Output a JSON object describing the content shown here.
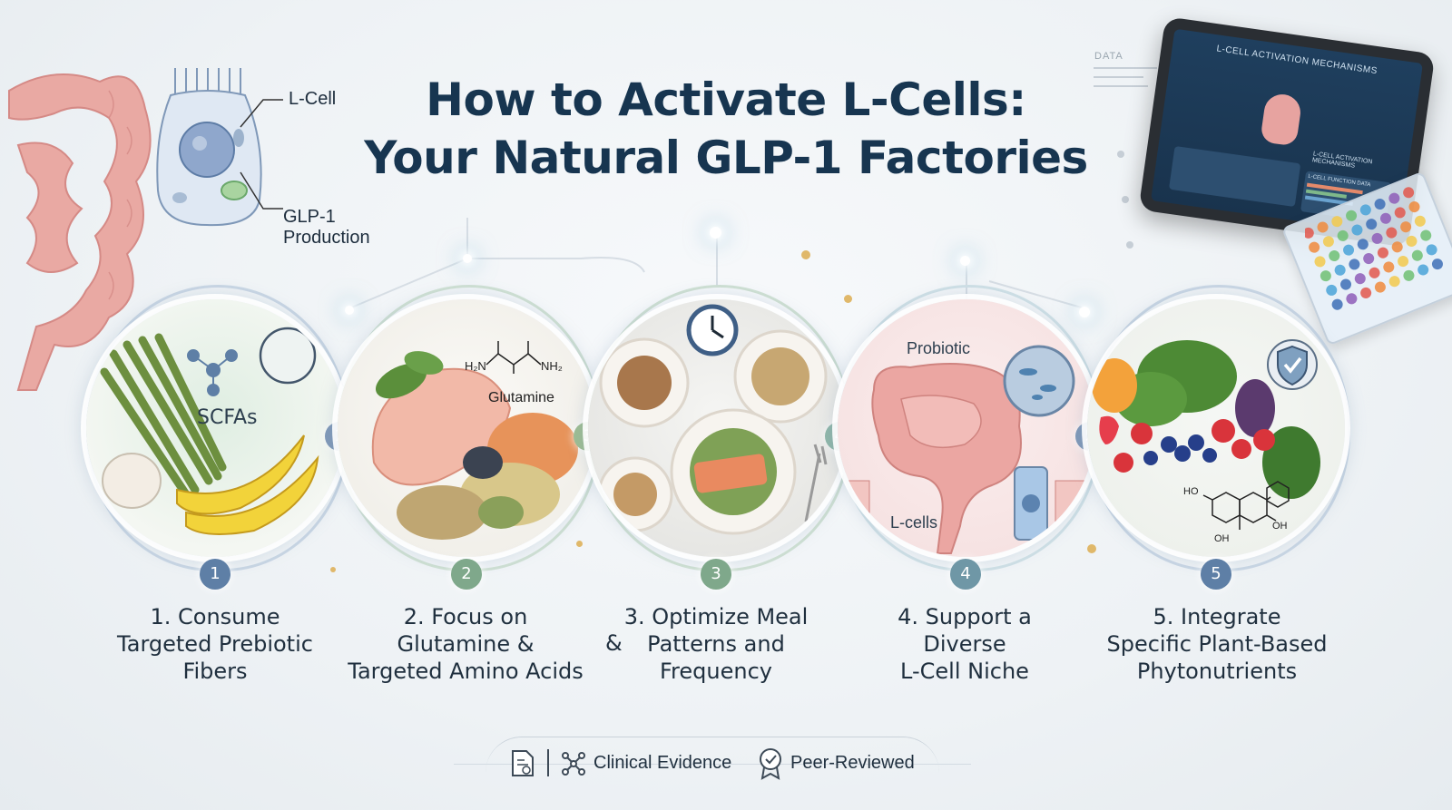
{
  "title": {
    "line1": "How to Activate L-Cells:",
    "line2": "Your Natural GLP-1 Factories"
  },
  "cell_diagram": {
    "label_cell": "L-Cell",
    "label_glp1_line1": "GLP-1",
    "label_glp1_line2": "Production"
  },
  "tablet": {
    "data_label": "DATA",
    "screen_title": "L-CELL ACTIVATION MECHANISMS",
    "screen_sub": "L-CELL ACTIVATION MECHANISMS",
    "screen_panel": "L-CELL FUNCTION DATA"
  },
  "steps": [
    {
      "number": "1",
      "label_lines": [
        "1. Consume",
        "Targeted Prebiotic",
        "Fibers"
      ],
      "inner_text": "SCFAs",
      "color": "#5e7fa6"
    },
    {
      "number": "2",
      "label_lines": [
        "2. Focus on",
        "Glutamine &",
        "Targeted Amino Acids"
      ],
      "inner_text": "Glutamine",
      "chem_left": "H₂N",
      "chem_right": "NH₂",
      "color": "#7fa88b"
    },
    {
      "number": "3",
      "label_lines": [
        "3. Optimize Meal",
        "Patterns and",
        "Frequency"
      ],
      "label_prefix": "&",
      "color": "#7fa88b"
    },
    {
      "number": "4",
      "label_lines": [
        "4. Support a",
        "Diverse",
        "L-Cell Niche"
      ],
      "inner_top": "Probiotic",
      "inner_bottom": "L-cells",
      "color": "#6f97a6"
    },
    {
      "number": "5",
      "label_lines": [
        "5. Integrate",
        "Specific Plant-Based",
        "Phytonutrients"
      ],
      "chem_oh1": "HO",
      "chem_oh2": "OH",
      "chem_oh3": "OH",
      "color": "#5e7fa6"
    }
  ],
  "footer": {
    "item1": "Clinical Evidence",
    "item2": "Peer-Reviewed"
  },
  "icons": [
    "document-icon",
    "network-icon",
    "award-icon",
    "clock-icon",
    "fork-icon",
    "shield-check-icon"
  ]
}
